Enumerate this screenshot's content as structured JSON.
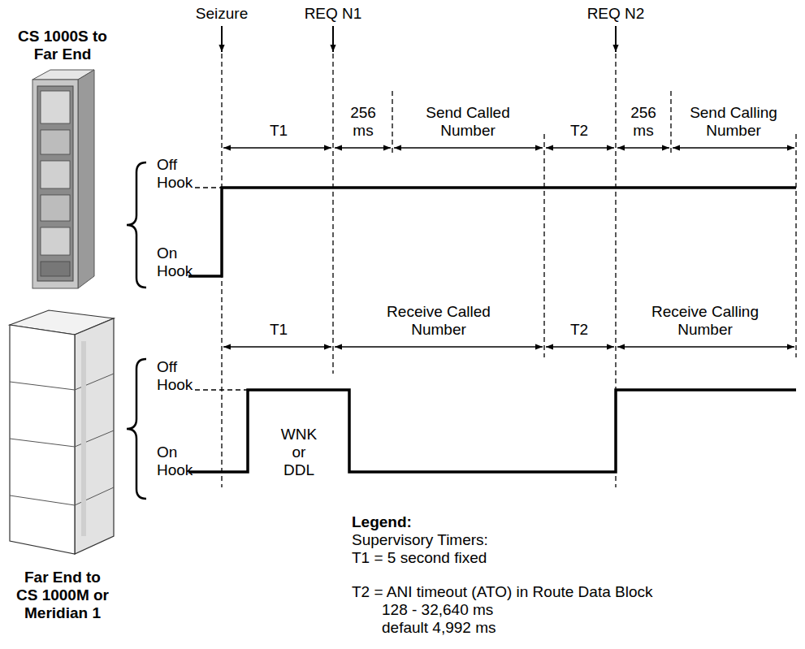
{
  "diagram": {
    "labels": [
      "Seizure",
      "REQ N1",
      "REQ N2",
      "CS 1000S to Far End",
      "Off Hook",
      "On Hook",
      "T1",
      "256 ms",
      "Send Called Number",
      "T2",
      "256 ms",
      "Send Calling Number",
      "T1",
      "Receive Called Number",
      "T2",
      "Receive Calling Number",
      "Off Hook",
      "On Hook",
      "WNK or DDL",
      "Far End to CS 1000M or Meridian 1",
      "Legend:",
      "Supervisory Timers:",
      "T1 = 5 second fixed",
      "T2 = ANI timeout (ATO) in Route Data Block",
      "128 - 32,640 ms",
      "default 4,992 ms"
    ]
  }
}
